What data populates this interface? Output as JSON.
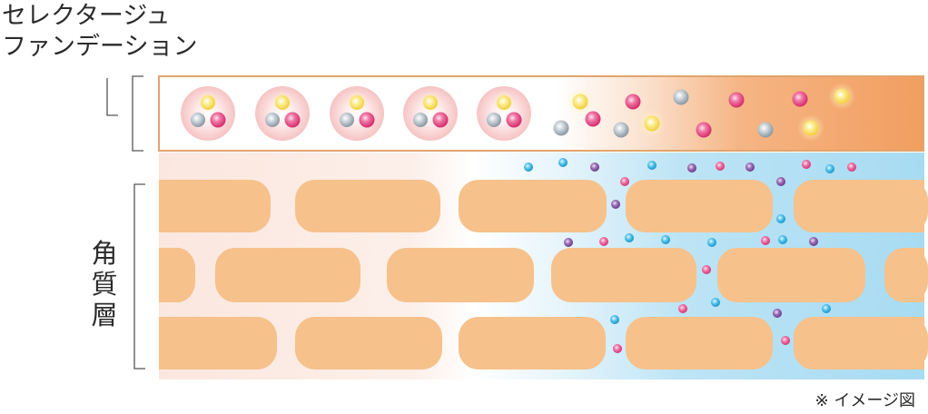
{
  "title": {
    "line1": "セレクタージュ",
    "line2": "ファンデーション"
  },
  "layer_label": [
    "角",
    "質",
    "層"
  ],
  "note": "※ イメージ図",
  "colors": {
    "foundation_border": "#e2a46c",
    "foundation_fill_right": "#f2a062",
    "skin_left": "#fbe8e0",
    "skin_right": "#a9dcf2",
    "cell": "#f6c18b",
    "pink_particle": "#e8508a",
    "grey_particle": "#aab6bf",
    "yellow_particle": "#f8e268",
    "cyan_dot": "#3fb6e3",
    "purple_dot": "#8c5fa8",
    "pink_dot": "#e65b9a",
    "bracket_line": "#555555"
  }
}
